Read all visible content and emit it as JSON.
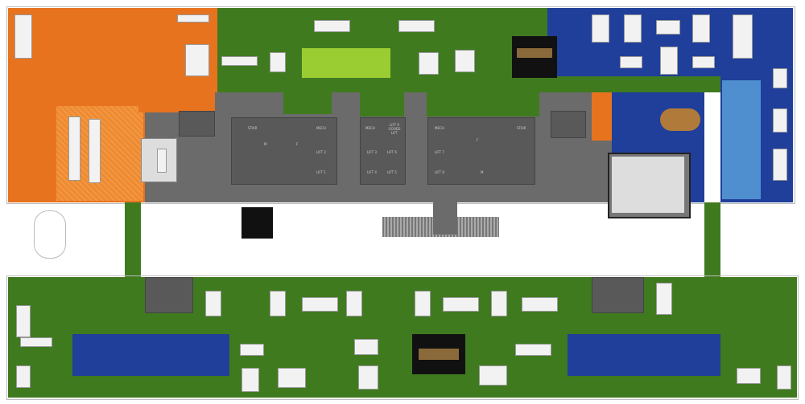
{
  "core_rooms": [
    {
      "id": "lift-2",
      "label": "LIFT 2"
    },
    {
      "id": "lift-1",
      "label": "LIFT 1"
    },
    {
      "id": "lift-3",
      "label": "LIFT 3"
    },
    {
      "id": "lift-6",
      "label": "LIFT 6"
    },
    {
      "id": "lift-4",
      "label": "LIFT 4"
    },
    {
      "id": "lift-5",
      "label": "LIFT 5"
    },
    {
      "id": "lift-7",
      "label": "LIFT 7"
    },
    {
      "id": "lift-8",
      "label": "LIFT 8"
    },
    {
      "id": "mech-1",
      "label": "MECH"
    },
    {
      "id": "mech-2",
      "label": "MECH"
    },
    {
      "id": "mech-3",
      "label": "MECH"
    },
    {
      "id": "goods-lift",
      "label": "LIFT 9 GOODS LIFT"
    },
    {
      "id": "toilet-m-1",
      "label": "M"
    },
    {
      "id": "toilet-f-1",
      "label": "F"
    },
    {
      "id": "toilet-f-2",
      "label": "F"
    },
    {
      "id": "toilet-m-2",
      "label": "M"
    },
    {
      "id": "stair-1",
      "label": "STAIR"
    },
    {
      "id": "stair-2",
      "label": "STAIR"
    }
  ],
  "colors": {
    "orange": "#e8731f",
    "green": "#3f7a1f",
    "blue": "#1f3f9a",
    "core": "#6b6b6b"
  }
}
